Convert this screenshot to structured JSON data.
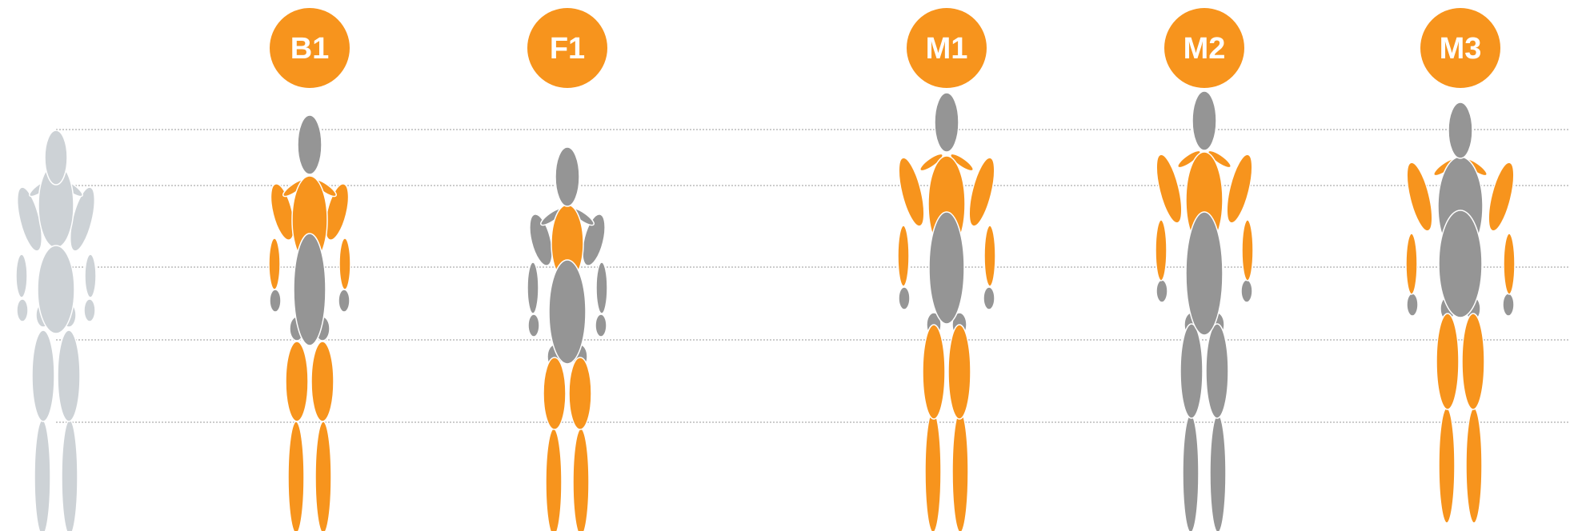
{
  "colors": {
    "orange": "#F7941D",
    "gray": "#959595",
    "reference": "#CDD2D6",
    "guide": "#9A9A9A"
  },
  "reference_figure": {
    "name": "reference-figure"
  },
  "figures": [
    {
      "label": "B1",
      "highlight": [
        "shoulders",
        "upper_arms",
        "forearms",
        "chest",
        "thighs",
        "shins"
      ]
    },
    {
      "label": "F1",
      "highlight": [
        "chest",
        "thighs",
        "shins"
      ]
    },
    {
      "label": "M1",
      "highlight": [
        "shoulders",
        "upper_arms",
        "forearms",
        "chest",
        "thighs",
        "shins"
      ]
    },
    {
      "label": "M2",
      "highlight": [
        "shoulders",
        "upper_arms",
        "forearms",
        "chest"
      ]
    },
    {
      "label": "M3",
      "highlight": [
        "shoulders",
        "upper_arms",
        "forearms",
        "thighs",
        "shins"
      ]
    }
  ]
}
